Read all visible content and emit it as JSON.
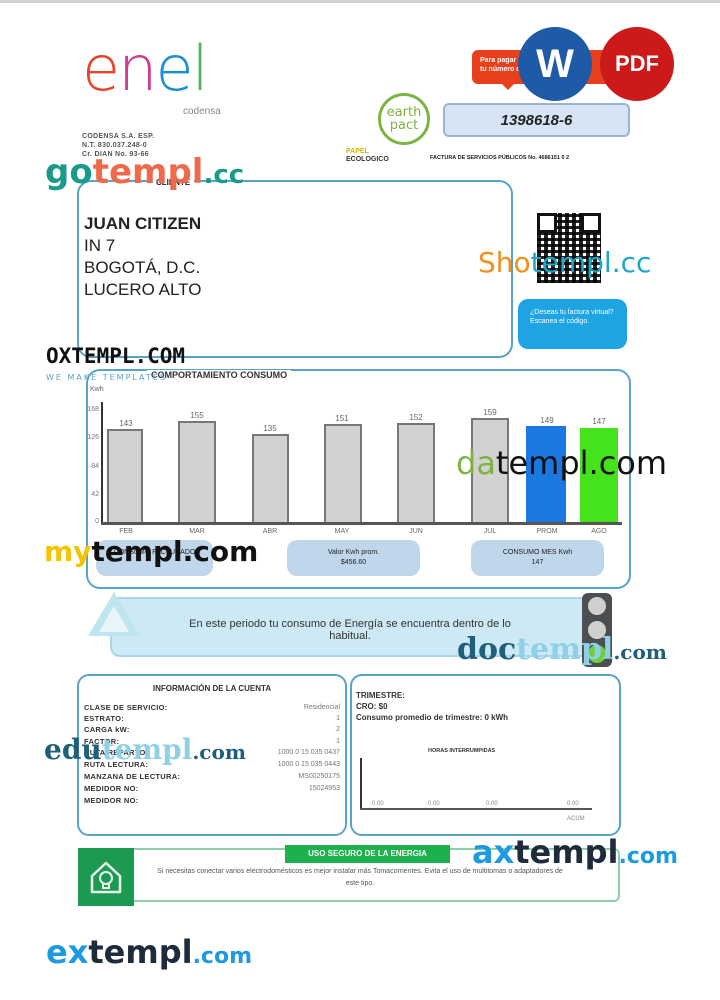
{
  "header": {
    "logo": {
      "letters": [
        "e",
        "n",
        "e",
        "l"
      ],
      "colors": [
        "#e5452b",
        "#cc3b8e",
        "#1a8fd6",
        "#55b55a"
      ],
      "subtitle": "codensa"
    },
    "company_lines": [
      "CODENSA S.A. ESP.",
      "N.T. 830.037.248-0",
      "Cr. DIAN No. 93-66"
    ],
    "banner_text": [
      "Para pagar indica",
      "tu número de cliente"
    ],
    "format_badges": {
      "word": "W",
      "pdf": "PDF"
    },
    "account_number": "1398618-6",
    "eco": {
      "logo_text": [
        "earth",
        "pact"
      ],
      "papel": "PAPEL",
      "ecologico": "ECOLOGICO"
    },
    "factura_no": "FACTURA DE SERVICIOS PÚBLICOS No. 4686151 0 2"
  },
  "client": {
    "label": "CLIENTE",
    "name": "JUAN CITIZEN",
    "address_lines": [
      "IN 7",
      "BOGOTÁ, D.C.",
      "LUCERO ALTO"
    ],
    "virtual_invoice_text": "¿Deseas tu factura virtual? Escanea el código."
  },
  "consumption": {
    "title": "COMPORTAMIENTO CONSUMO",
    "unit": "Kwh",
    "pills": [
      {
        "label": "CONSUMO FACTURADO",
        "value": ""
      },
      {
        "label": "Valor Kwh prom.",
        "value": "$456.60"
      },
      {
        "label": "CONSUMO MES Kwh",
        "value": "147"
      }
    ]
  },
  "chart_data": {
    "type": "bar",
    "title": "COMPORTAMIENTO CONSUMO",
    "ylabel": "Kwh",
    "xlabel": "",
    "categories": [
      "FEB",
      "MAR",
      "ABR",
      "MAY",
      "JUN",
      "JUL",
      "PROM",
      "AGO"
    ],
    "values": [
      143,
      155,
      135,
      151,
      152,
      159,
      149,
      147
    ],
    "colors": [
      "#d2d2d2",
      "#d2d2d2",
      "#d2d2d2",
      "#d2d2d2",
      "#d2d2d2",
      "#d2d2d2",
      "#1a78e0",
      "#44e31c"
    ],
    "yticks": [
      0,
      42,
      84,
      126,
      168
    ],
    "ylim": [
      0,
      168
    ],
    "grid": false,
    "legend": "none"
  },
  "alert": {
    "message": "En este periodo tu consumo de Energía se encuentra dentro de lo habitual.",
    "traffic_light": "green"
  },
  "account_info": {
    "title": "INFORMACIÓN DE LA CUENTA",
    "rows": [
      {
        "key": "CLASE DE SERVICIO:",
        "value": "Residencial"
      },
      {
        "key": "ESTRATO:",
        "value": "1"
      },
      {
        "key": "CARGA kW:",
        "value": "2"
      },
      {
        "key": "FACTOR:",
        "value": "1"
      },
      {
        "key": "RUTA REPARTO:",
        "value": "1000 0 15 035 0437"
      },
      {
        "key": "RUTA LECTURA:",
        "value": "1000 0 15 035 0443"
      },
      {
        "key": "MANZANA DE LECTURA:",
        "value": "MS00250175"
      },
      {
        "key": "MEDIDOR NO:",
        "value": "15024953"
      },
      {
        "key": "MEDIDOR NO:",
        "value": ""
      }
    ]
  },
  "trimester": {
    "lines": [
      "TRIMESTRE:",
      "CRO: $0",
      "Consumo promedio de trimestre: 0 kWh"
    ],
    "mini_chart_title": "HORAS INTERRUMPIDAS",
    "mini_values": [
      "0.00",
      "0.00",
      "0.00",
      "0.00"
    ],
    "acum_label": "ACUM"
  },
  "safe_use": {
    "label": "USO SEGURO DE LA ENERGIA",
    "text": "Si necesitas conectar varios electrodomésticos es mejor instalar más Tomacorrientes. Evita el uso de multitomas o adaptadores de este tipo."
  },
  "watermarks": [
    {
      "a": "go",
      "b": "templ",
      "c": ".cc"
    },
    {
      "a": "Sho",
      "b": "templ.cc"
    },
    {
      "a": "OXTEMPL.COM",
      "b": "WE MAKE TEMPLATES"
    },
    {
      "a": "da",
      "b": "templ.com"
    },
    {
      "a": "my",
      "b": "templ.com"
    },
    {
      "a": "doc",
      "b": "templ",
      "c": ".com"
    },
    {
      "a": "edu",
      "b": "templ",
      "c": ".com"
    },
    {
      "a": "ax",
      "b": "templ",
      "c": ".com"
    },
    {
      "a": "ex",
      "b": "templ",
      "c": ".com"
    }
  ]
}
